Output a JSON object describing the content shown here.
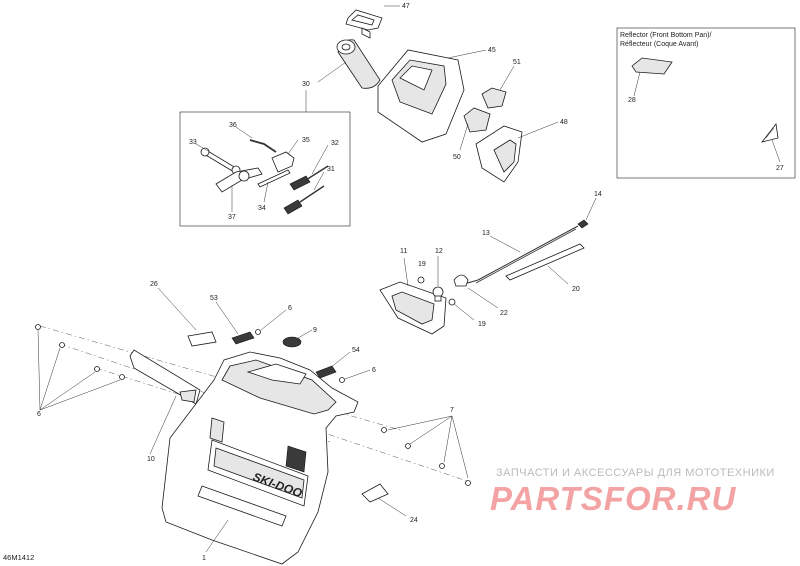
{
  "diagram_code": "46M1412",
  "reflector_box": {
    "title_line1": "Reflector (Front Bottom Pan)/",
    "title_line2": "Réflecteur (Coque Avant)"
  },
  "watermark": {
    "text": "ЗАПЧАСТИ И АКСЕССУАРЫ ДЛЯ МОТОТЕХНИКИ",
    "logo": "PARTSFOR.RU"
  },
  "logo_on_pan": "SKI-DOO",
  "callouts": {
    "c47": "47",
    "c45": "45",
    "c30": "30",
    "c51": "51",
    "c48": "48",
    "c50": "50",
    "c36": "36",
    "c33": "33",
    "c35": "35",
    "c32": "32",
    "c31": "31",
    "c34": "34",
    "c37": "37",
    "c28": "28",
    "c27": "27",
    "c14": "14",
    "c13": "13",
    "c20": "20",
    "c11": "11",
    "c12": "12",
    "c19a": "19",
    "c19b": "19",
    "c22": "22",
    "c26": "26",
    "c53": "53",
    "c6a": "6",
    "c9": "9",
    "c54": "54",
    "c6b": "6",
    "c6c": "6",
    "c7": "7",
    "c10": "10",
    "c24": "24",
    "c1": "1"
  }
}
